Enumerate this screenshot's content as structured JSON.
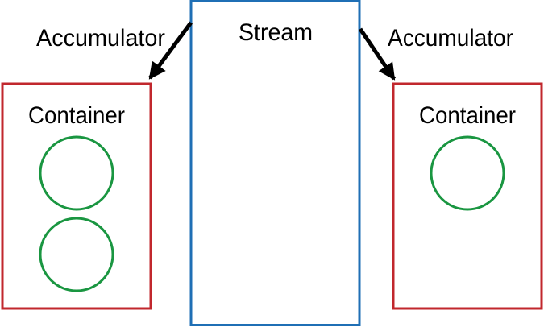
{
  "stream": {
    "label": "Stream"
  },
  "accumulators": [
    {
      "label": "Accumulator"
    },
    {
      "label": "Accumulator"
    }
  ],
  "containers": [
    {
      "label": "Container",
      "item_count": 2
    },
    {
      "label": "Container",
      "item_count": 1
    }
  ],
  "colors": {
    "stream_border": "#1f6fb5",
    "container_border": "#c1272d",
    "item_circle": "#1a9641",
    "arrow": "#000000",
    "text": "#000000"
  }
}
